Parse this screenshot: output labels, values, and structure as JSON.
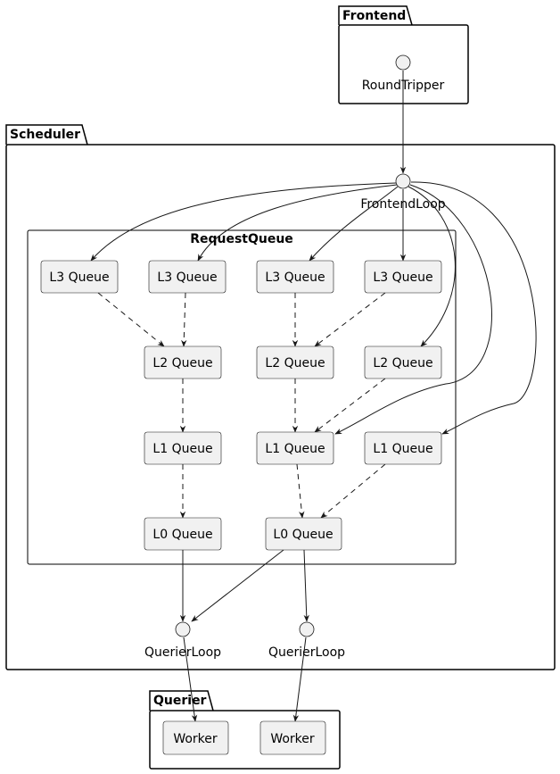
{
  "packages": {
    "frontend": {
      "title": "Frontend"
    },
    "scheduler": {
      "title": "Scheduler"
    },
    "querier": {
      "title": "Querier"
    }
  },
  "request_queue": {
    "title": "RequestQueue"
  },
  "interfaces": {
    "round_tripper": "RoundTripper",
    "frontend_loop": "FrontendLoop",
    "querier_loop_1": "QuerierLoop",
    "querier_loop_2": "QuerierLoop"
  },
  "queues": {
    "l3_a": "L3 Queue",
    "l3_b": "L3 Queue",
    "l3_c": "L3 Queue",
    "l3_d": "L3 Queue",
    "l2_a": "L2 Queue",
    "l2_b": "L2 Queue",
    "l2_c": "L2 Queue",
    "l1_a": "L1 Queue",
    "l1_b": "L1 Queue",
    "l1_c": "L1 Queue",
    "l0_a": "L0 Queue",
    "l0_b": "L0 Queue"
  },
  "workers": {
    "worker_1": "Worker",
    "worker_2": "Worker"
  },
  "colors": {
    "node_fill": "#f1f1f1",
    "stroke": "#181818",
    "background": "#ffffff"
  }
}
